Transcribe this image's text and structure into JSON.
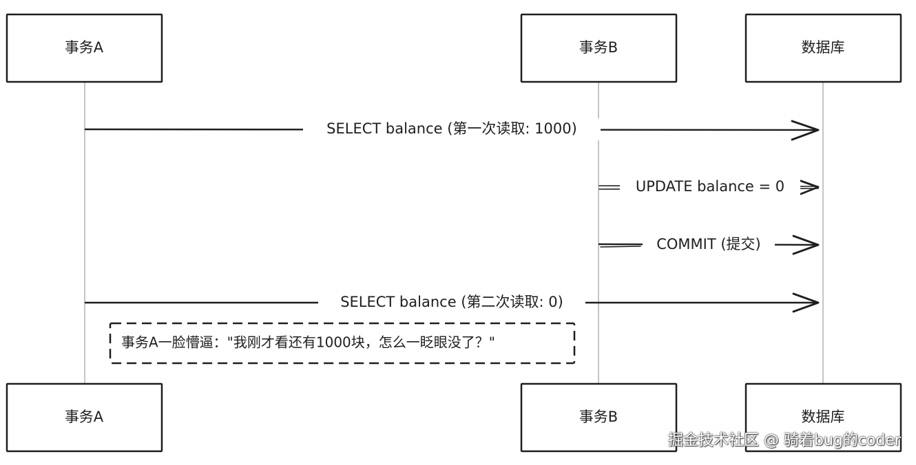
{
  "participants": {
    "a": "事务A",
    "b": "事务B",
    "db": "数据库"
  },
  "messages": [
    {
      "id": "msg-1",
      "from": "a",
      "to": "db",
      "label": "SELECT balance (第一次读取: 1000)"
    },
    {
      "id": "msg-2",
      "from": "b",
      "to": "db",
      "label": "UPDATE balance = 0"
    },
    {
      "id": "msg-3",
      "from": "b",
      "to": "db",
      "label": "COMMIT (提交)"
    },
    {
      "id": "msg-4",
      "from": "a",
      "to": "db",
      "label": "SELECT balance (第二次读取: 0)"
    }
  ],
  "note": {
    "text": "事务A一脸懵逼：\"我刚才看还有1000块，怎么一眨眼没了？\""
  },
  "watermark": "掘金技术社区 @ 骑着bug的coder"
}
